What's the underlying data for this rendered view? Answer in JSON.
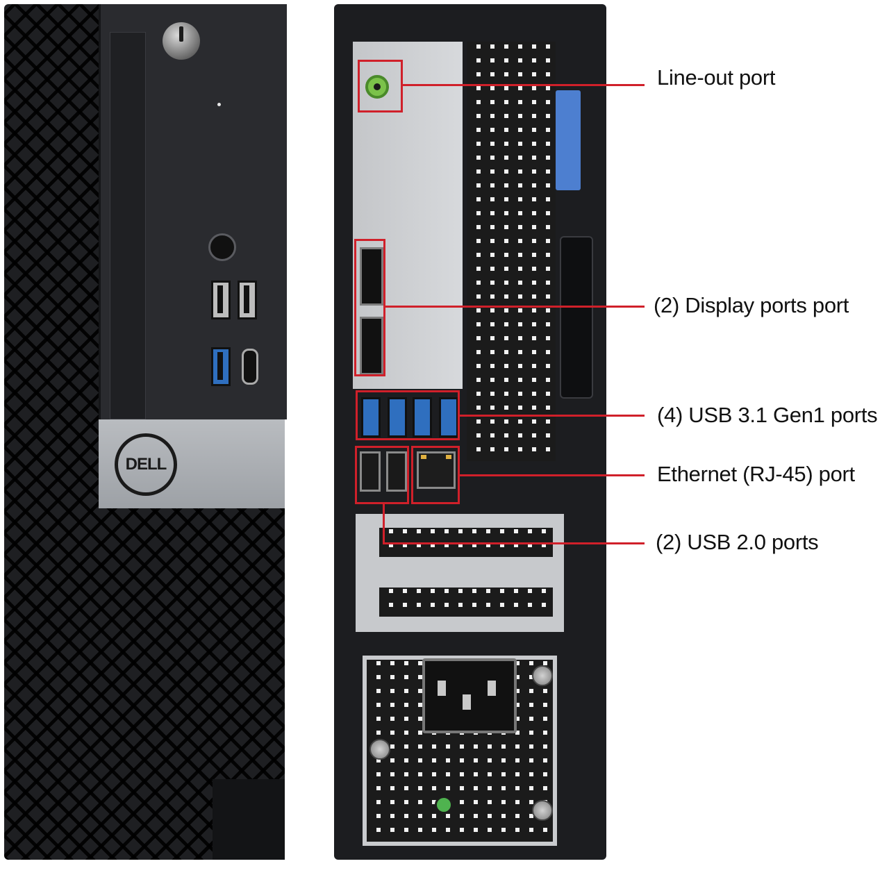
{
  "callouts": {
    "line_out": "Line-out port",
    "display_ports": "(2) Display ports port",
    "usb31": "(4) USB 3.1 Gen1 ports",
    "ethernet": "Ethernet (RJ-45) port",
    "usb20": "(2) USB 2.0 ports"
  },
  "brand": {
    "logo_text": "DELL"
  },
  "colors": {
    "callout": "#d0202a",
    "usb3_blue": "#2f6fbf",
    "line_out_green": "#7bc24a",
    "latch_blue": "#4d7fd0"
  }
}
